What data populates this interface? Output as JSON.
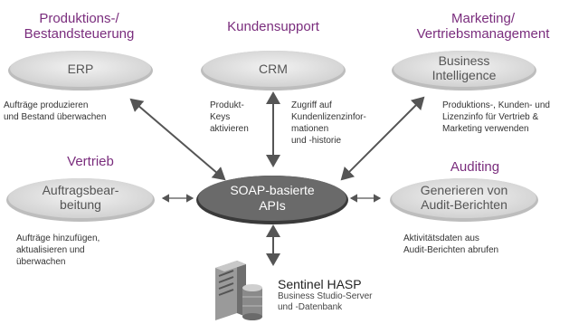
{
  "categories": {
    "production": "Produktions-/\nBestandsteuerung",
    "support": "Kundensupport",
    "marketing": "Marketing/\nVertriebsmanagement",
    "sales": "Vertrieb",
    "auditing": "Auditing"
  },
  "nodes": {
    "erp": "ERP",
    "crm": "CRM",
    "bi": [
      "Business",
      "Intelligence"
    ],
    "orders": [
      "Auftragsbear-",
      "beitung"
    ],
    "soap": [
      "SOAP-basierte",
      "APIs"
    ],
    "audit": [
      "Generieren von",
      "Audit-Berichten"
    ]
  },
  "descriptions": {
    "erp": "Aufträge produzieren\nund Bestand überwachen",
    "crm_keys": "Produkt-\nKeys\naktivieren",
    "crm_access": "Zugriff auf\nKundenlizenzinfor-\nmationen\nund -historie",
    "bi": "Produktions-, Kunden- und\nLizenzinfo für Vertrieb &\nMarketing verwenden",
    "orders": "Aufträge hinzufügen,\naktualisieren und\nüberwachen",
    "audit": "Aktivitätsdaten aus\nAudit-Berichten abrufen"
  },
  "server": {
    "title": "Sentinel HASP",
    "subtitle": "Business Studio-Server\nund -Datenbank"
  },
  "colors": {
    "category": "#7a2d7d",
    "ellipse": "#dcdcdc",
    "center_ellipse": "#666666",
    "arrow": "#555555"
  }
}
